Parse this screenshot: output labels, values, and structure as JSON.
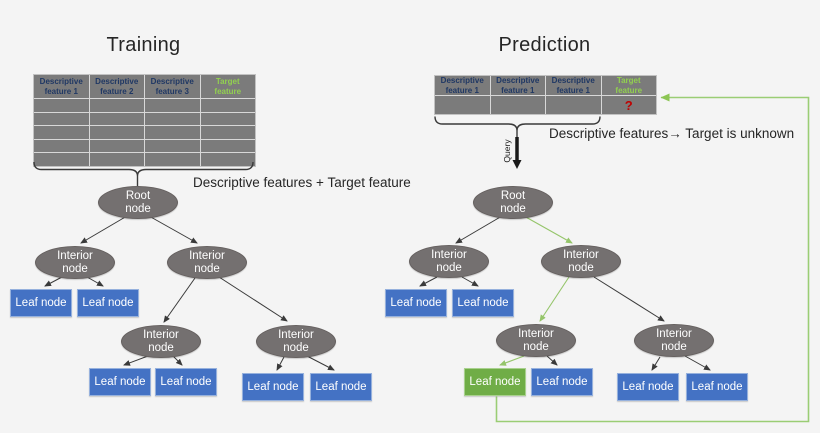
{
  "training": {
    "title": "Training",
    "table": {
      "headers": [
        "Descriptive feature 1",
        "Descriptive feature 2",
        "Descriptive feature 3",
        "Target feature"
      ],
      "empty_row_count": 5
    },
    "annotation": "Descriptive features + Target feature",
    "tree": {
      "root_label": "Root node",
      "interior_label": "Interior node",
      "leaf_label": "Leaf node"
    }
  },
  "prediction": {
    "title": "Prediction",
    "table": {
      "headers": [
        "Descriptive feature 1",
        "Descriptive feature 1",
        "Descriptive feature 1",
        "Target feature"
      ],
      "unknown_value": "?"
    },
    "annotation": "Descriptive features→ Target is unknown",
    "query_label": "Query",
    "tree": {
      "root_label": "Root node",
      "interior_label": "Interior node",
      "leaf_label": "Leaf node",
      "result_leaf_label": "Leaf node"
    }
  },
  "colors": {
    "background": "#f4f4f4",
    "node_gray": "#747070",
    "leaf_blue": "#4472c4",
    "result_leaf_green": "#70ad47",
    "header_navy": "#203864",
    "target_header_green": "#92d050",
    "unknown_red": "#c00000",
    "highlight_path_green": "#95c56a",
    "edge_black": "#3a3a3a"
  }
}
